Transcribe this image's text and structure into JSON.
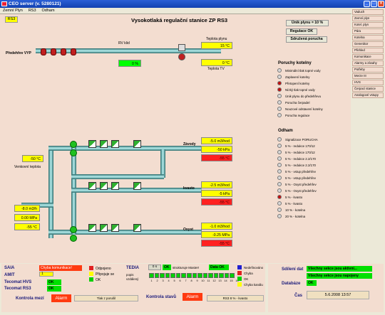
{
  "window": {
    "title": "CEO server (v. 5280121)"
  },
  "menu": [
    "Zemní Plyn",
    "RS3",
    "Odham"
  ],
  "tag": "RS3",
  "page_title": "Vysokotlaká regulační stanice ZP RS3",
  "actions": [
    "Únik plynu = 10 %",
    "Regulace OK",
    "Sdružená porucha"
  ],
  "sidebar": [
    "Vaduch",
    "Zemní plyn",
    "Kotel. plyn",
    "Pára",
    "Kotelna",
    "Generátor",
    "Přehled",
    "Komunikace",
    "Alarmy a zásahy",
    "Potřeby",
    "Merze III",
    "HVS",
    "Čerpací stanice",
    "Analogové vstupy"
  ],
  "inlet": {
    "label": "Předehřev VYP",
    "valve_label": "RV klid",
    "valve_pct": "0 %"
  },
  "gas_temp": {
    "label": "Teplota plynu",
    "value": "15 °C"
  },
  "tv_temp": {
    "label": "Teplota TV",
    "value": "0 °C"
  },
  "faults": {
    "title": "Poruchy kotelny",
    "items": [
      {
        "label": "Minimální tlak topné vody",
        "active": false
      },
      {
        "label": "Zaplavení kotelny",
        "active": false
      },
      {
        "label": "Přetopení kotelny",
        "active": true
      },
      {
        "label": "Nízký tlak topné vody",
        "active": true
      },
      {
        "label": "Únik plynu do předehřevu",
        "active": false
      },
      {
        "label": "Porucha čerpadel",
        "active": false
      },
      {
        "label": "Nouzové odstavení kotelny",
        "active": false
      },
      {
        "label": "Porucha regulace",
        "active": false
      }
    ]
  },
  "odham": {
    "title": "Odham",
    "items": [
      {
        "label": "Signalizace PORUCHA",
        "active": false
      },
      {
        "label": "5 % - redukce 170/12",
        "active": false
      },
      {
        "label": "5 % - redukce 170/12",
        "active": false
      },
      {
        "label": "5 % - redukce 2.2/170",
        "active": false
      },
      {
        "label": "5 % - redukce 2.2/170",
        "active": false
      },
      {
        "label": "5 % - vstup předehřev",
        "active": false
      },
      {
        "label": "5 % - vstup předehřev",
        "active": false
      },
      {
        "label": "5 % - Oxyst předehřev",
        "active": false
      },
      {
        "label": "5 % - Oxyst předehřev",
        "active": false
      },
      {
        "label": "5 % - kvasto",
        "active": true
      },
      {
        "label": "5 % - kvasto",
        "active": false
      },
      {
        "label": "10 % - kotelna",
        "active": false
      },
      {
        "label": "20 % - kotelna",
        "active": false
      }
    ]
  },
  "outlet_temp": {
    "value": "-50 °C",
    "label": "Venkovní teplota"
  },
  "inlet_values": [
    "-8.0 m3/h",
    "0.00 MPa",
    "-55 °C"
  ],
  "branches": [
    {
      "name": "Závody",
      "flow": "-5.0 m3/hod",
      "pressure": "-50 kPa",
      "temp": "-55 °C"
    },
    {
      "name": "kvasto",
      "flow": "-2.5 m3/hod",
      "pressure": "-5 kPa",
      "temp": "-55 °C"
    },
    {
      "name": "Oxyst",
      "flow": "-1.0 m3/hod",
      "pressure": "-0.25 MPa",
      "temp": "-55 °C"
    }
  ],
  "bottom": {
    "saia": "SAIA",
    "saia_status": "Chyba komunikace!",
    "amit": "AMIT",
    "amit_val": "1",
    "hvs": "Tecomat HVS",
    "hvs_status": "OK",
    "rs3": "Tecomat RS3",
    "rs3_status": "OK",
    "legend": [
      "Odpojeno",
      "Připojuje se",
      "OK"
    ],
    "tedia": "TEDIA",
    "tedia_sub": [
      "popis",
      "vzdálený"
    ],
    "struct_lbl": "0 s",
    "struct_ok": "OK",
    "struct_text": "strukturuje Master!",
    "data_ok": "Data OK",
    "slots": [
      "1",
      "2",
      "3",
      "4",
      "5",
      "6",
      "7",
      "8",
      "9",
      "10",
      "11",
      "12",
      "13",
      "14",
      "15",
      "16"
    ],
    "states": [
      "Nedefinováno",
      "Chyba",
      "OK",
      "Chyba kanálu"
    ],
    "kontrola_mezi": "Kontrola mezí",
    "alarm": "Alarm",
    "kontrola_note": "Tlak z porušil",
    "kontrola_stavu": "Kontrola stavů",
    "stavu_note": "RS3 8 % - kvasto",
    "sdileni": "Sdílení dat",
    "sdileni_1": "Všechny sekce jsou aktivní...",
    "sdileni_2": "Všechny sekce jsou napojeny",
    "databaze": "Databáze",
    "db_status": "OK",
    "cas": "Čas",
    "cas_value": "5.6.2008 13:57"
  }
}
